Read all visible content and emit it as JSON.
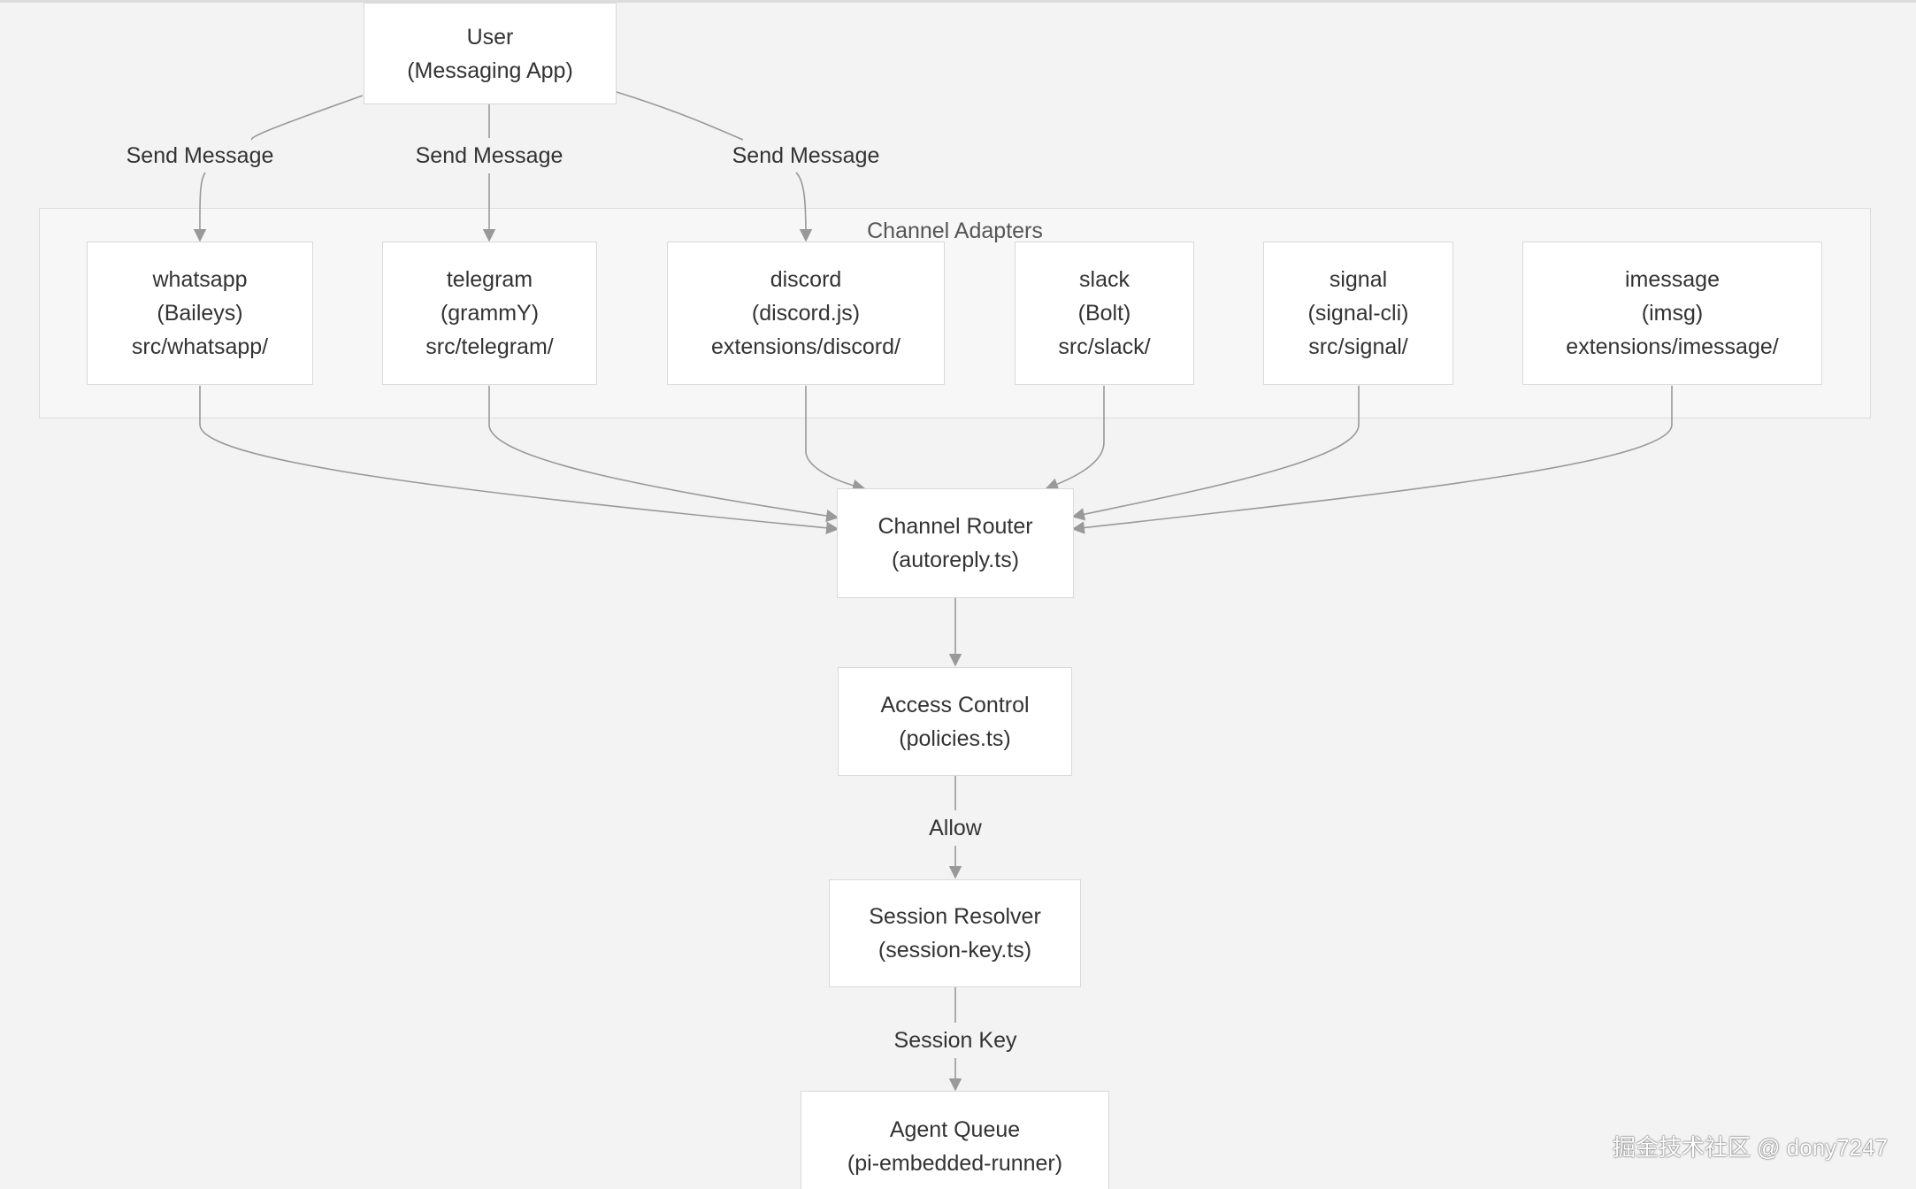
{
  "nodes": {
    "user": [
      "User",
      "(Messaging App)"
    ],
    "whatsapp": [
      "whatsapp",
      "(Baileys)",
      "src/whatsapp/"
    ],
    "telegram": [
      "telegram",
      "(grammY)",
      "src/telegram/"
    ],
    "discord": [
      "discord",
      "(discord.js)",
      "extensions/discord/"
    ],
    "slack": [
      "slack",
      "(Bolt)",
      "src/slack/"
    ],
    "signal": [
      "signal",
      "(signal-cli)",
      "src/signal/"
    ],
    "imessage": [
      "imessage",
      "(imsg)",
      "extensions/imessage/"
    ],
    "router": [
      "Channel Router",
      "(autoreply.ts)"
    ],
    "access": [
      "Access Control",
      "(policies.ts)"
    ],
    "session": [
      "Session Resolver",
      "(session-key.ts)"
    ],
    "queue": [
      "Agent Queue",
      "(pi-embedded-runner)"
    ]
  },
  "cluster_label": "Channel Adapters",
  "edge_labels": {
    "send_whatsapp": "Send Message",
    "send_telegram": "Send Message",
    "send_discord": "Send Message",
    "allow": "Allow",
    "session_key": "Session Key"
  },
  "watermark": "掘金技术社区 @ dony7247",
  "colors": {
    "edge": "#999999",
    "node_border": "#d9d9d9",
    "background": "#f3f3f3"
  }
}
